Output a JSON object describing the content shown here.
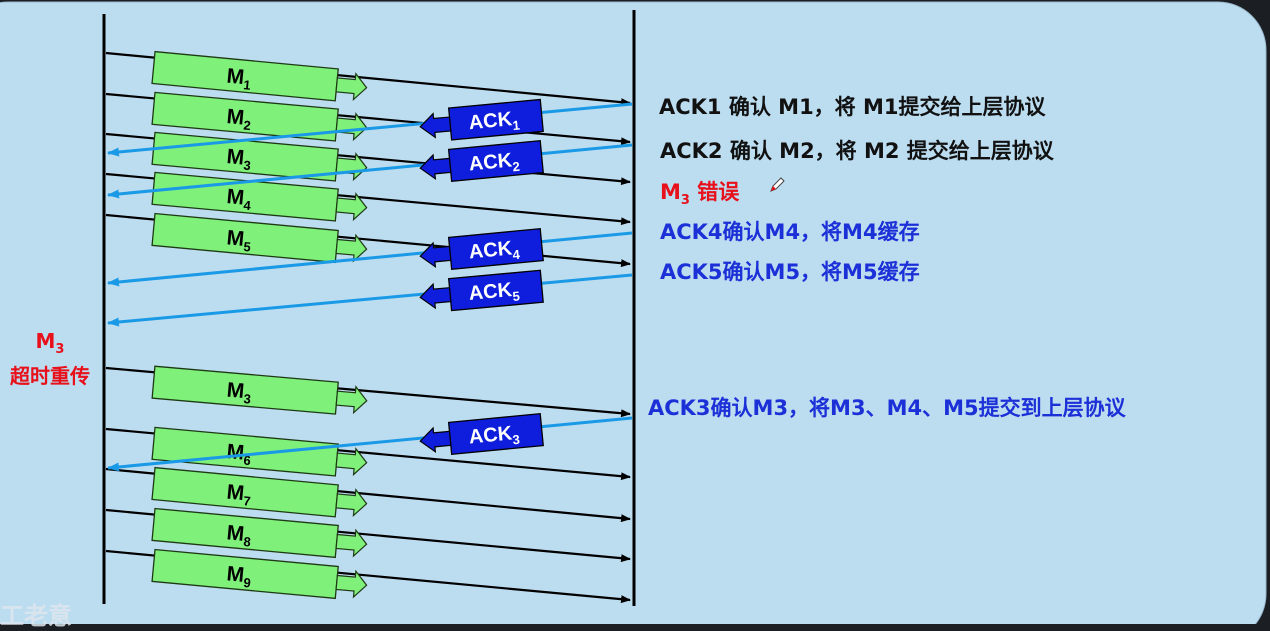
{
  "colors": {
    "panel": "#bcdcf0",
    "message_fill": "#7ff07a",
    "ack_fill": "#0f1edc",
    "ack_line": "#1a9ae6",
    "error": "#e8101a",
    "buffered": "#1c30d8"
  },
  "messages": [
    {
      "label": "M",
      "sub": "1"
    },
    {
      "label": "M",
      "sub": "2"
    },
    {
      "label": "M",
      "sub": "3"
    },
    {
      "label": "M",
      "sub": "4"
    },
    {
      "label": "M",
      "sub": "5"
    },
    {
      "label": "M",
      "sub": "3"
    },
    {
      "label": "M",
      "sub": "6"
    },
    {
      "label": "M",
      "sub": "7"
    },
    {
      "label": "M",
      "sub": "8"
    },
    {
      "label": "M",
      "sub": "9"
    }
  ],
  "acks": [
    {
      "label": "ACK",
      "sub": "1"
    },
    {
      "label": "ACK",
      "sub": "2"
    },
    {
      "label": "ACK",
      "sub": "4"
    },
    {
      "label": "ACK",
      "sub": "5"
    },
    {
      "label": "ACK",
      "sub": "3"
    }
  ],
  "notes": {
    "ack1": "ACK1 确认 M1，将 M1提交给上层协议",
    "ack2": "ACK2 确认 M2，将 M2 提交给上层协议",
    "m3_error_label": "M",
    "m3_error_sub": "3",
    "m3_error_text": " 错误",
    "ack4": "ACK4确认M4，将M4缓存",
    "ack5": "ACK5确认M5，将M5缓存",
    "ack3": "ACK3确认M3，将M3、M4、M5提交到上层协议"
  },
  "retransmit": {
    "label": "M",
    "sub": "3",
    "text": "超时重传"
  },
  "watermark": "工老意"
}
